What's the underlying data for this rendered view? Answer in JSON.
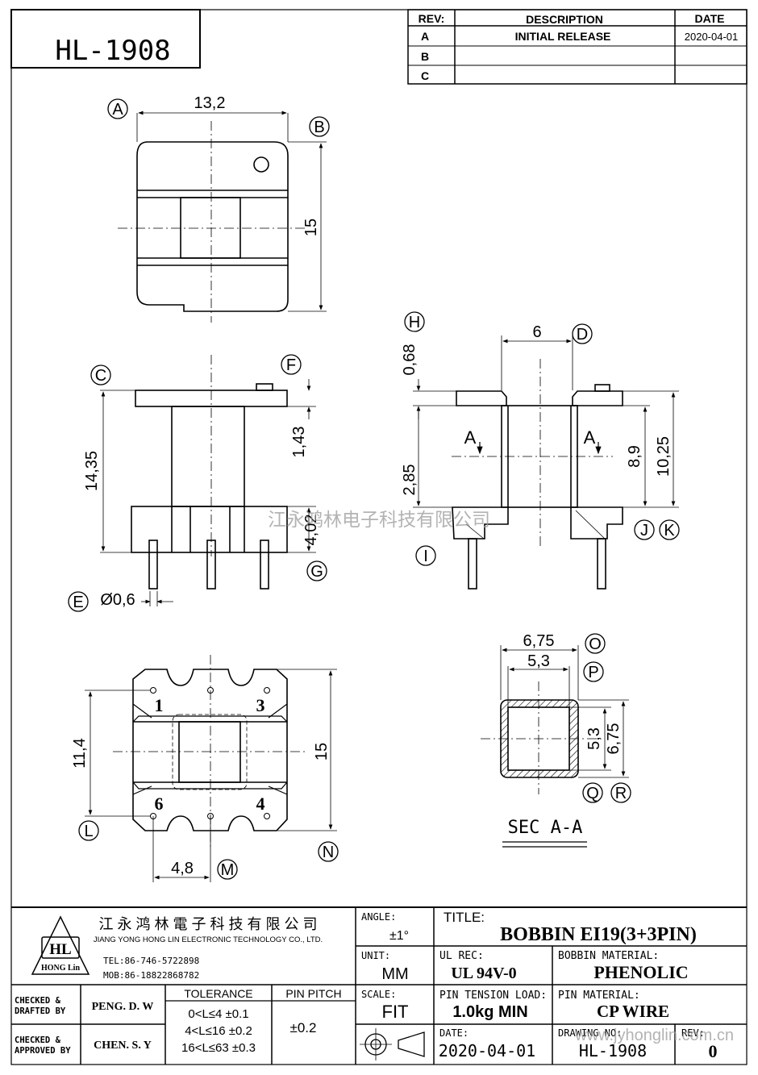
{
  "part_number": "HL-1908",
  "revision_table": {
    "headers": [
      "REV:",
      "DESCRIPTION",
      "DATE"
    ],
    "rows": [
      {
        "rev": "A",
        "description": "INITIAL RELEASE",
        "date": "2020-04-01"
      },
      {
        "rev": "B",
        "description": "",
        "date": ""
      },
      {
        "rev": "C",
        "description": "",
        "date": ""
      }
    ]
  },
  "dimensions": {
    "top_width": "13,2",
    "top_height": "15",
    "flange_thickness": "1,43",
    "overall_height": "14,35",
    "base_height": "4,02",
    "pin_diameter": "Ø0,6",
    "center_width": "6",
    "flange_top": "0,68",
    "winding_height": "8,9",
    "total_height": "10,25",
    "base_offset": "2,85",
    "section_outer": "6,75",
    "section_inner": "5,3",
    "section_inner_v": "5,3",
    "section_outer_v": "6,75",
    "bottom_row_span": "11,4",
    "bottom_height": "15",
    "pin_pitch": "4,8"
  },
  "callouts": [
    "A",
    "B",
    "C",
    "D",
    "E",
    "F",
    "G",
    "H",
    "I",
    "J",
    "K",
    "L",
    "M",
    "N",
    "O",
    "P",
    "Q",
    "R"
  ],
  "pin_labels": [
    "1",
    "3",
    "6",
    "4"
  ],
  "section_labels": {
    "cut_left": "A",
    "cut_right": "A",
    "section_title": "SEC  A-A"
  },
  "watermark": "江永鸿林电子科技有限公司",
  "watermark_url": "www.jyhonglin.com.cn",
  "title_block": {
    "company_cn": "江 永 鸿 林 電 子 科 技 有 限 公 司",
    "company_en": "JIANG YONG HONG LIN ELECTRONIC TECHNOLOGY CO., LTD.",
    "logo_text": "HL",
    "logo_sub": "HONG Lin",
    "tel": "TEL:86-746-5722898",
    "mob": "MOB:86-18822868782",
    "angle_label": "ANGLE:",
    "angle_value": "±1°",
    "unit_label": "UNIT:",
    "unit_value": "MM",
    "scale_label": "SCALE:",
    "scale_value": "FIT",
    "title_label": "TITLE:",
    "title_value": "BOBBIN    EI19(3+3PIN)",
    "ul_label": "UL REC:",
    "ul_value": "UL 94V-0",
    "material_label": "BOBBIN MATERIAL:",
    "material_value": "PHENOLIC",
    "tension_label": "PIN TENSION LOAD:",
    "tension_value": "1.0kg MIN",
    "pin_material_label": "PIN MATERIAL:",
    "pin_material_value": "CP WIRE",
    "date_label": "DATE:",
    "date_value": "2020-04-01",
    "drawing_no_label": "DRAWING NO:",
    "drawing_no_value": "HL-1908",
    "rev_label": "REV:",
    "rev_value": "0",
    "checked_drafted": "CHECKED &\nDRAFTED BY",
    "drafted_name": "PENG. D. W",
    "checked_approved": "CHECKED &\nAPPROVED BY",
    "approved_name": "CHEN. S. Y",
    "tolerance_header": "TOLERANCE",
    "tolerance_rows": [
      "0<L≤4   ±0.1",
      "4<L≤16  ±0.2",
      "16<L≤63 ±0.3"
    ],
    "pin_pitch_header": "PIN PITCH",
    "pin_pitch_value": "±0.2"
  }
}
